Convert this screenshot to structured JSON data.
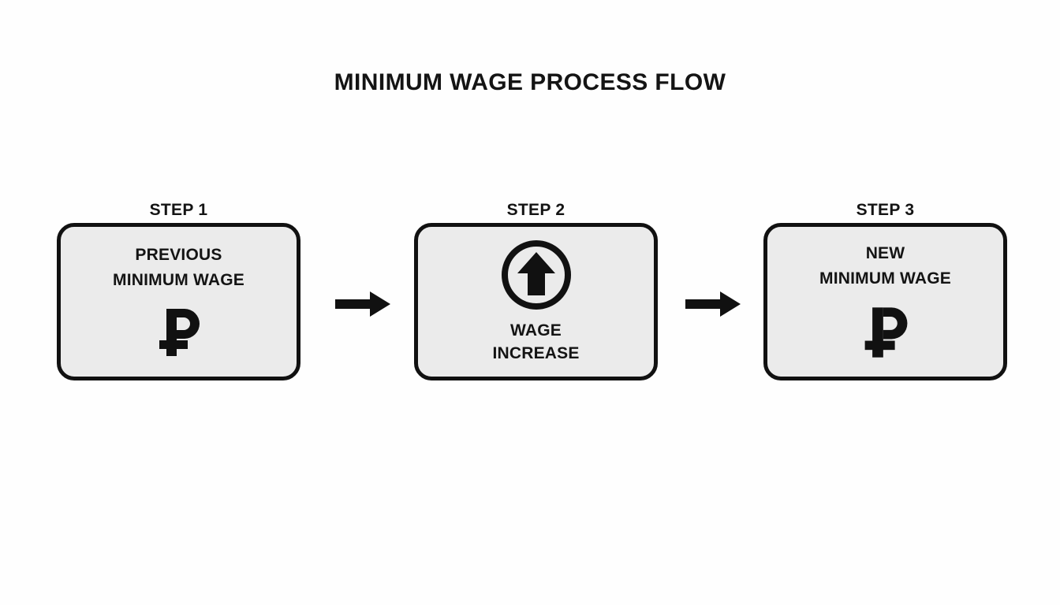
{
  "diagram": {
    "title": "MINIMUM WAGE PROCESS FLOW",
    "background_color": "#fefefe",
    "box_fill_color": "#ebebeb",
    "box_border_color": "#111111",
    "text_color": "#141414"
  },
  "steps": [
    {
      "label": "STEP 1",
      "heading": "PREVIOUS\nMINIMUM WAGE",
      "icon": "ruble-sign-icon",
      "symbol": "₽",
      "caption": ""
    },
    {
      "label": "STEP 2",
      "heading": "",
      "icon": "circled-up-arrow-icon",
      "symbol": "",
      "caption": "WAGE\nINCREASE"
    },
    {
      "label": "STEP 3",
      "heading": "NEW\nMINIMUM WAGE",
      "icon": "ruble-sign-icon",
      "symbol": "₽",
      "caption": ""
    }
  ],
  "connectors": [
    {
      "name": "arrow-step1-to-step2",
      "icon": "arrow-right-icon",
      "direction": "right"
    },
    {
      "name": "arrow-step2-to-step3",
      "icon": "arrow-right-icon",
      "direction": "right"
    }
  ]
}
